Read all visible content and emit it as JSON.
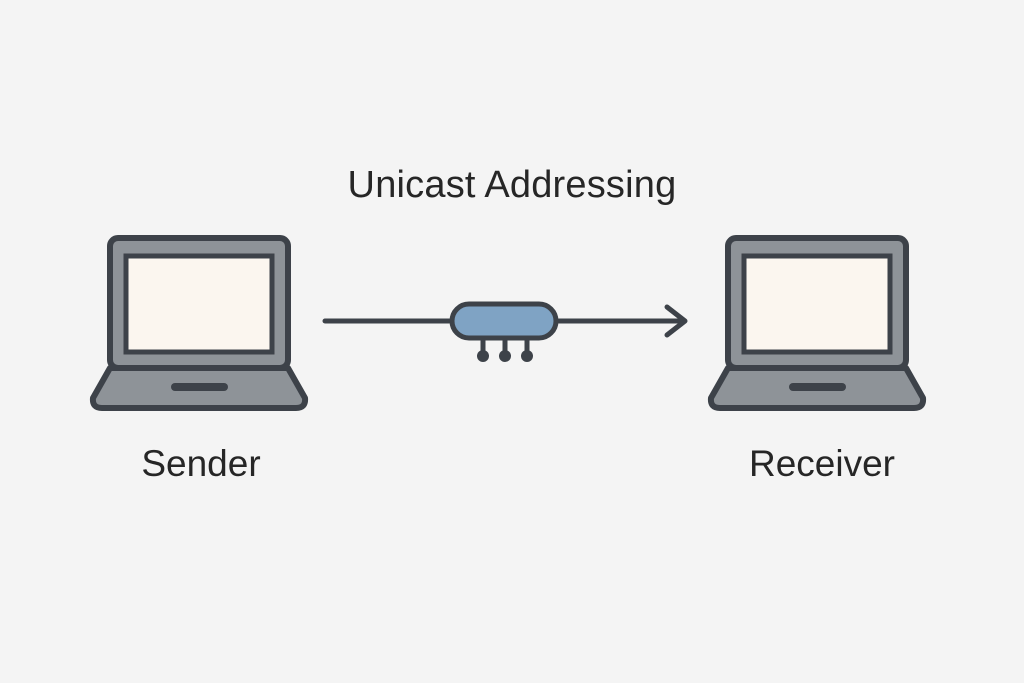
{
  "diagram": {
    "title": "Unicast Addressing",
    "sender": {
      "label": "Sender"
    },
    "receiver": {
      "label": "Receiver"
    }
  },
  "colors": {
    "background": "#f4f4f4",
    "outline": "#3d4249",
    "laptop_body": "#8e9398",
    "screen": "#fbf6ef",
    "router_fill": "#7fa3c4",
    "text": "#262626"
  },
  "icons": {
    "sender": "laptop-icon",
    "receiver": "laptop-icon",
    "network_device": "router-icon",
    "direction": "arrow-right-icon"
  }
}
